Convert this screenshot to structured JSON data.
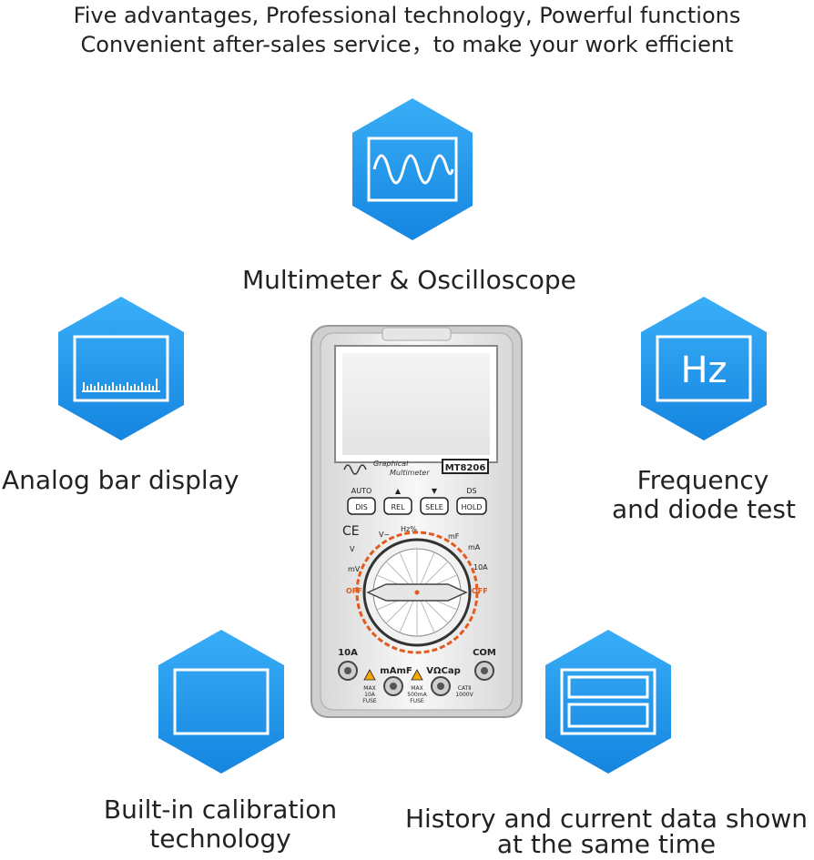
{
  "header": {
    "line1": "Five advantages, Professional technology, Powerful functions",
    "line2": "Convenient after-sales service，to make your work efficient"
  },
  "features": {
    "oscilloscope": "Multimeter & Oscilloscope",
    "analog_bar": "Analog bar display",
    "frequency_line1": "Frequency",
    "frequency_line2": "and diode test",
    "calibration_line1": "Built-in calibration",
    "calibration_line2": "technology",
    "history_line1": "History and current data shown",
    "history_line2": "at the same time",
    "hz_symbol": "Hz"
  },
  "colors": {
    "hex_blue": "#1a8fe8",
    "hex_blue_light": "#39aef7"
  },
  "meter": {
    "brand_line1": "Graphical",
    "brand_line2": "Multimeter",
    "model": "MT8206",
    "top_labels": [
      "AUTO",
      "▲",
      "▼",
      "DS"
    ],
    "buttons": [
      "DIS",
      "REL",
      "SELE",
      "HOLD"
    ],
    "ce": "CE",
    "dial": {
      "v_ac": "V~",
      "v_dc": "V",
      "hz": "Hz%",
      "mf": "mF",
      "ma": "mA",
      "a10": "10A",
      "mv": "mV",
      "off_left": "OFF",
      "off_right": "OFF"
    },
    "jacks": {
      "a10": "10A",
      "mamf": "mAmF",
      "vcap": "VΩCap",
      "com": "COM"
    },
    "fuse1": [
      "MAX",
      "10A",
      "FUSE"
    ],
    "fuse2": [
      "MAX",
      "500mA",
      "FUSE"
    ],
    "cat": [
      "CATⅡ",
      "1000V"
    ]
  }
}
